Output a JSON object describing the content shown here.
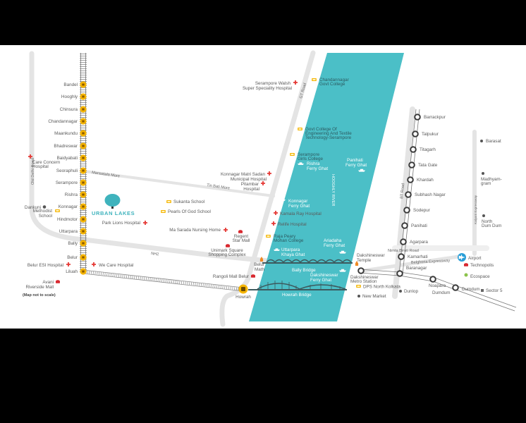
{
  "colors": {
    "river": "#4bbfc7",
    "rail_station": "#f5b400",
    "hospital": "#e53935",
    "road": "#e4e4e4",
    "airport": "#2a9fd8"
  },
  "roads": {
    "old_delhi": "Old Delhi Road",
    "gt": "GT Road",
    "bt": "BT Road",
    "kalyani": "Kalyani Expressway",
    "nh2": "NH2",
    "mansatala": "Mansatala More",
    "tin_bati": "Tin Bati More",
    "nimta": "Nimta Birati Road",
    "belghoria": "Belghoria Expressway"
  },
  "river": {
    "name": "HOOGHLY RIVER"
  },
  "rail_stations": [
    "Bandel",
    "Hooghly",
    "Chinsura",
    "Chandannagar",
    "Maankundu",
    "Bhadreswar",
    "Baidyabati",
    "Seoraphuli",
    "Serampore",
    "Rishra",
    "Konnagar",
    "Hindmotor",
    "Uttarpara",
    "Bally",
    "Belur",
    "Liluah"
  ],
  "metro_stations": [
    "Barrackpur",
    "Talpukur",
    "Titagarh",
    "Tata Gate",
    "Khardah",
    "Subhash Nagar",
    "Sodepur",
    "Panihati",
    "Agarpara",
    "Kamarhati",
    "Baranagar",
    "Noapara",
    "Dumdum"
  ],
  "dakshineswar_metro": [
    "Dakshineswar",
    "Metro Station"
  ],
  "howrah": "Howrah",
  "project": {
    "name": "URBAN LAKES"
  },
  "hospitals": {
    "care_concern": [
      "Care Concern",
      "Hospital"
    ],
    "belur_esi": "Belur ESI Hospital",
    "we_care": "We Care Hospital",
    "park_lions": "Park Lions Hospital",
    "ma_sarada": "Ma Sarada Nursing Home",
    "walsh": [
      "Serampore Walsh",
      "Super Speciality Hospital"
    ],
    "matri_sadan": [
      "Konnagar Matri Sadan",
      "Municipal Hospital"
    ],
    "pitambar": [
      "Pitambar",
      "Hospital"
    ],
    "kamala_ray": "Kamala Ray Hospital",
    "relife": "Relife Hospital"
  },
  "schools": {
    "methodist": [
      "Methodist",
      "School"
    ],
    "sukanta": "Sukanta School",
    "pearls": "Pearls Of God School",
    "chandannagar_college": [
      "Chandannagar",
      "Govt College"
    ],
    "govt_college": [
      "Govt College Of",
      "Engineering And Textile",
      "Technology-Serampore"
    ],
    "serampore_girls": [
      "Serampore",
      "Girls College"
    ],
    "raja_peary": [
      "Raja Peary",
      "Mohan College"
    ],
    "dps": "DPS North Kolkata"
  },
  "malls": {
    "avani": [
      "Avani",
      "Riverside Mall"
    ],
    "regent": [
      "Regent",
      "Star Mall"
    ],
    "unimark": [
      "Unimark Square",
      "Shopping Complex"
    ],
    "rangoli": "Rangoli Mall Belur",
    "technopolis": "Technopolis"
  },
  "ferry_ghats": {
    "rishra": [
      "Rishra",
      "Ferry Ghat"
    ],
    "panihati": [
      "Panihati",
      "Ferry Ghat"
    ],
    "konnagar": [
      "Konnagar",
      "Ferry Ghat"
    ],
    "uttarpara": [
      "Uttarpara",
      "Khaya Ghat"
    ],
    "ariadaha": [
      "Ariadaha",
      "Ferry Ghat"
    ],
    "dakshineswar": [
      "Dakshineswar",
      "Ferry Ghat"
    ]
  },
  "bridges": {
    "bally": "Bally Bridge",
    "howrah": "Howrah Bridge"
  },
  "temples": {
    "belur_math": [
      "Belur",
      "Math"
    ],
    "dakshineswar": [
      "Dakshineswar",
      "Temple"
    ]
  },
  "places": {
    "dankuni": "Dankuni",
    "barasat": "Barasat",
    "madhyamgram": [
      "Madhyam-",
      "gram"
    ],
    "north_dum_dum": [
      "North",
      "Dum Dum"
    ],
    "airport": "Airport",
    "ecospace": "Ecospace",
    "sector5": "Sector 5",
    "dunlop": "Dunlop",
    "new_market": "New Market",
    "dumdum": "Dumdum"
  },
  "note": "(Map not to scale)"
}
